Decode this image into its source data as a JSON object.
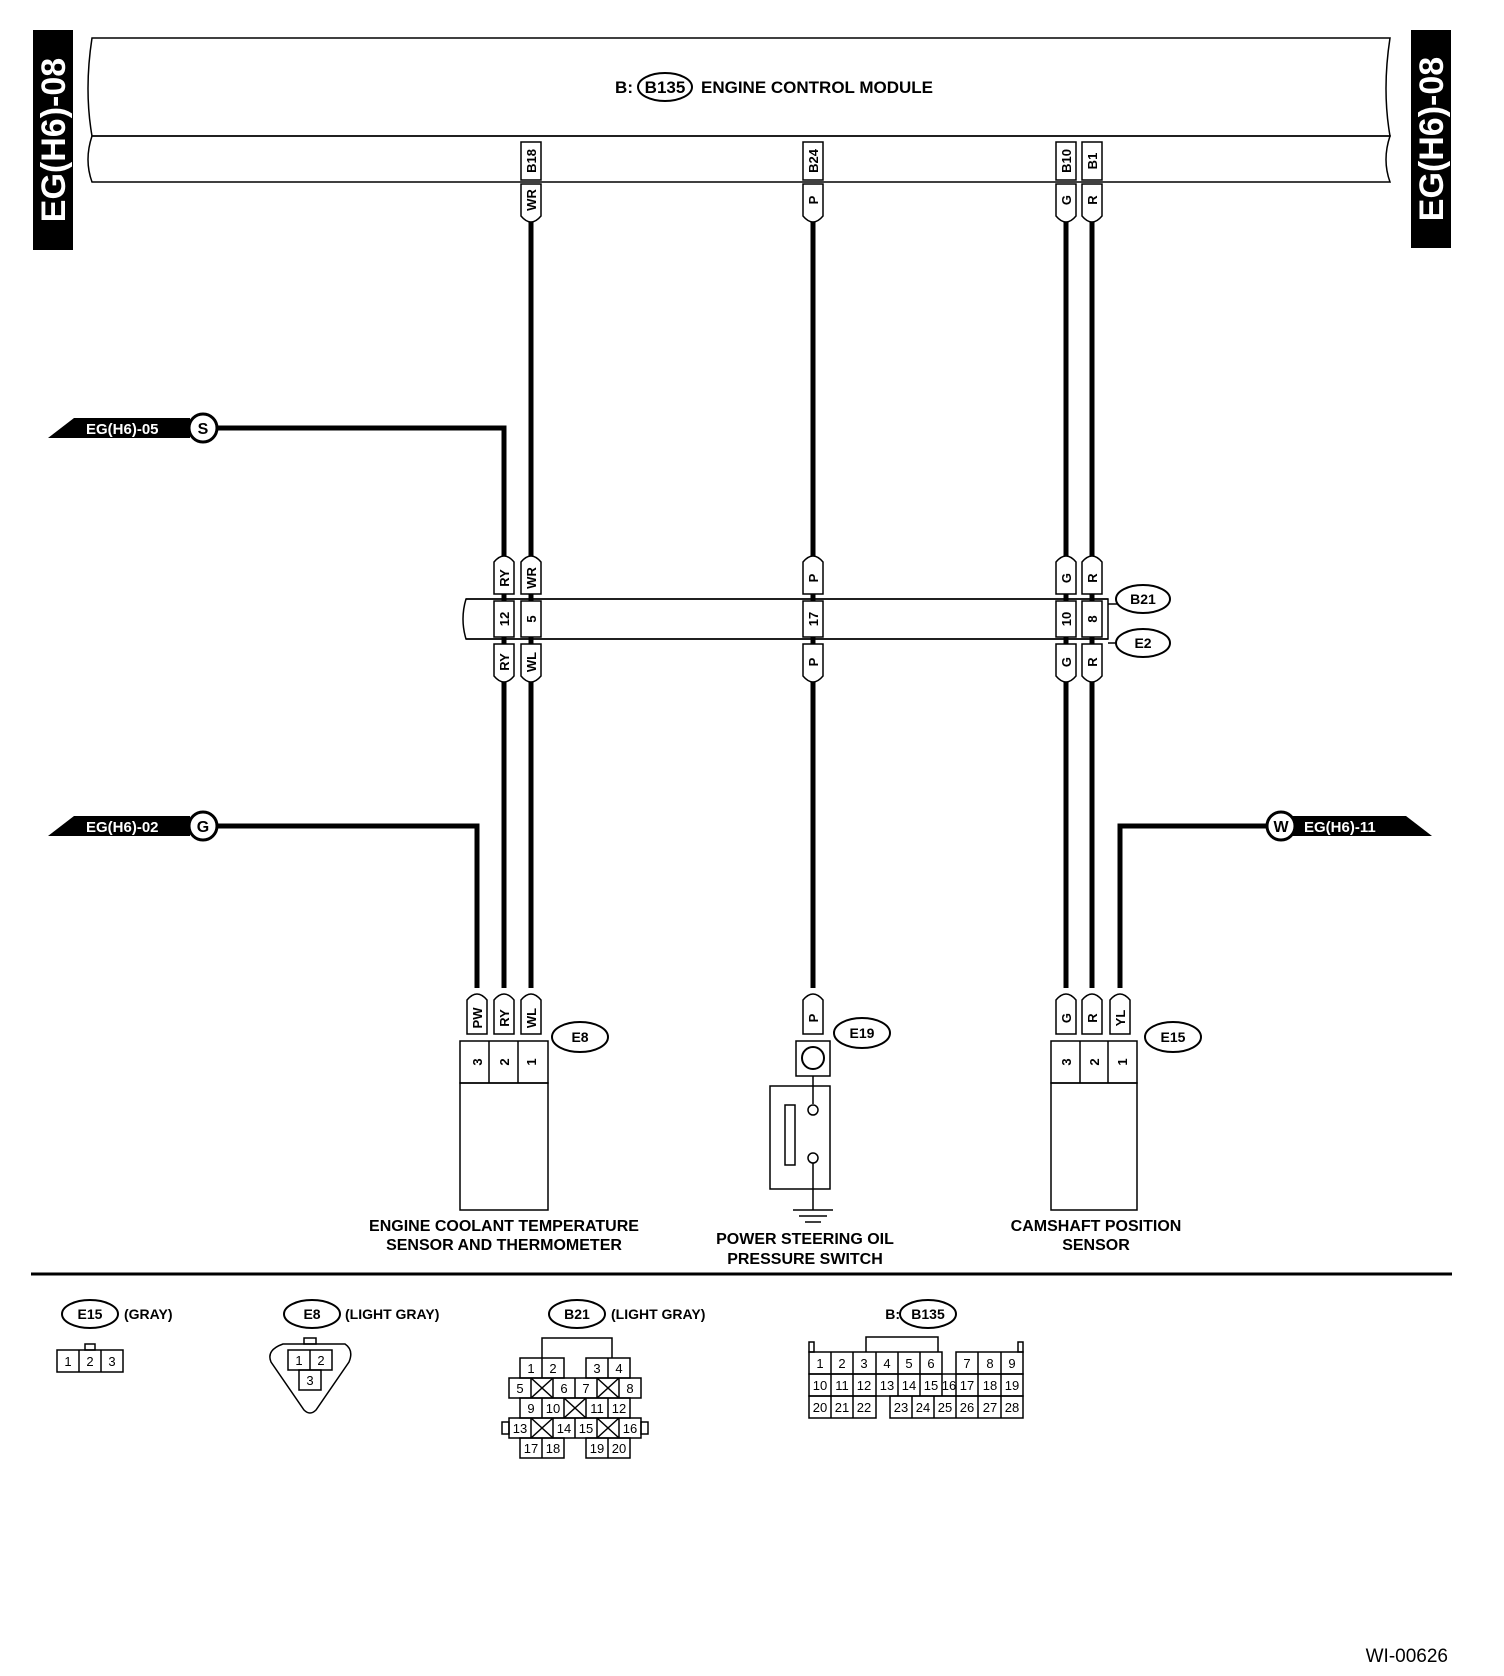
{
  "side_tags": {
    "left": "EG(H6)-08",
    "right": "EG(H6)-08"
  },
  "ecm": {
    "prefix": "B:",
    "connector": "B135",
    "label": "ENGINE CONTROL MODULE"
  },
  "ecm_pins": {
    "b18": {
      "pin": "B18",
      "wire": "WR"
    },
    "b24": {
      "pin": "B24",
      "wire": "P"
    },
    "b10": {
      "pin": "B10",
      "wire": "G"
    },
    "b1": {
      "pin": "B1",
      "wire": "R"
    }
  },
  "offpage": {
    "s": {
      "ref": "EG(H6)-05",
      "letter": "S"
    },
    "g": {
      "ref": "EG(H6)-02",
      "letter": "G"
    },
    "w": {
      "ref": "EG(H6)-11",
      "letter": "W"
    }
  },
  "joint": {
    "upper_connector": "B21",
    "lower_connector": "E2",
    "c12": {
      "pin": "12",
      "upper_wire": "RY",
      "lower_wire": "RY"
    },
    "c5": {
      "pin": "5",
      "upper_wire": "WR",
      "lower_wire": "WL"
    },
    "c17": {
      "pin": "17",
      "upper_wire": "P",
      "lower_wire": "P"
    },
    "c10": {
      "pin": "10",
      "upper_wire": "G",
      "lower_wire": "G"
    },
    "c8": {
      "pin": "8",
      "upper_wire": "R",
      "lower_wire": "R"
    }
  },
  "coolant_sensor": {
    "connector": "E8",
    "wires": [
      "PW",
      "RY",
      "WL"
    ],
    "pins": [
      "3",
      "2",
      "1"
    ],
    "label_line1": "ENGINE COOLANT TEMPERATURE",
    "label_line2": "SENSOR AND THERMOMETER"
  },
  "ps_switch": {
    "connector": "E19",
    "wire": "P",
    "label_line1": "POWER STEERING OIL",
    "label_line2": "PRESSURE SWITCH"
  },
  "cam_sensor": {
    "connector": "E15",
    "wires": [
      "G",
      "R",
      "YL"
    ],
    "pins": [
      "3",
      "2",
      "1"
    ],
    "label_line1": "CAMSHAFT POSITION",
    "label_line2": "SENSOR"
  },
  "connector_views": {
    "e15": {
      "id": "E15",
      "color": "(GRAY)",
      "pins": [
        "1",
        "2",
        "3"
      ]
    },
    "e8": {
      "id": "E8",
      "color": "(LIGHT GRAY)",
      "row1": [
        "1",
        "2"
      ],
      "row2": [
        "3"
      ]
    },
    "b21": {
      "id": "B21",
      "color": "(LIGHT GRAY)",
      "rows": [
        [
          "1",
          "2",
          "3",
          "4"
        ],
        [
          "5",
          "6",
          "7",
          "8"
        ],
        [
          "9",
          "10",
          "11",
          "12"
        ],
        [
          "13",
          "14",
          "15",
          "16"
        ],
        [
          "17",
          "18",
          "19",
          "20"
        ]
      ]
    },
    "b135": {
      "prefix": "B:",
      "id": "B135",
      "rows": [
        [
          "1",
          "2",
          "3",
          "4",
          "5",
          "6",
          "7",
          "8",
          "9"
        ],
        [
          "10",
          "11",
          "12",
          "13",
          "14",
          "15",
          "16",
          "17",
          "18",
          "19"
        ],
        [
          "20",
          "21",
          "22",
          "23",
          "24",
          "25",
          "26",
          "27",
          "28"
        ]
      ]
    }
  },
  "footer_code": "WI-00626"
}
